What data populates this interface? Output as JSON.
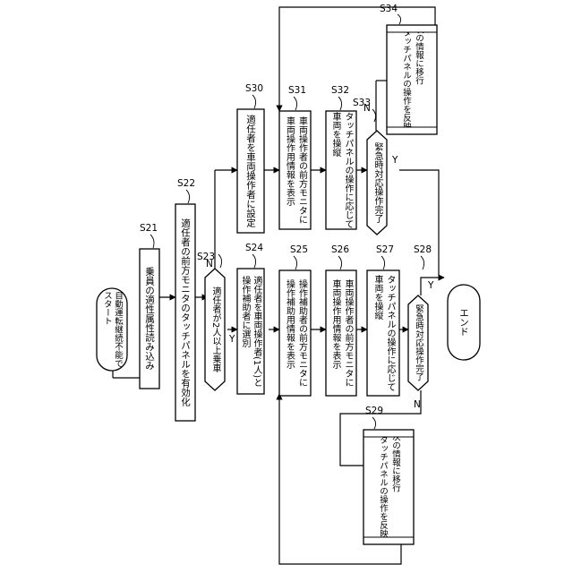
{
  "start": "自動運転継続不能で\nスタート",
  "steps": {
    "S21": "乗員の適性属性読み込み",
    "S22": "適任者の前方モニタのタッチパネルを有効化",
    "S23": "適任者が2人以上乗車",
    "S24": "適任者を車両操作者(1人)と\n操作補助者に選別",
    "S25": "操作補助者の前方モニタに\n操作補助用情報を表示",
    "S26": "車両操作者の前方モニタに\n車両操作用情報を表示",
    "S27": "タッチパネルの操作に応じて\n車両を操縦",
    "S28": "緊急時対応操作完了",
    "S29": "次の情報に移行\n(タッチパネルの操作を反映)",
    "S30": "適任者を車両操作者に設定",
    "S31": "車両操作者の前方モニタに\n車両操作用情報を表示",
    "S32": "タッチパネルの操作に応じて\n車両を操縦",
    "S33": "緊急時対応操作完了",
    "S34": "次の情報に移行\n(タッチパネルの操作を反映)"
  },
  "end": "エンド",
  "step_ids": [
    "S21",
    "S22",
    "S23",
    "S24",
    "S25",
    "S26",
    "S27",
    "S28",
    "S29",
    "S30",
    "S31",
    "S32",
    "S33",
    "S34"
  ],
  "branch": {
    "yes": "Y",
    "no": "N"
  }
}
